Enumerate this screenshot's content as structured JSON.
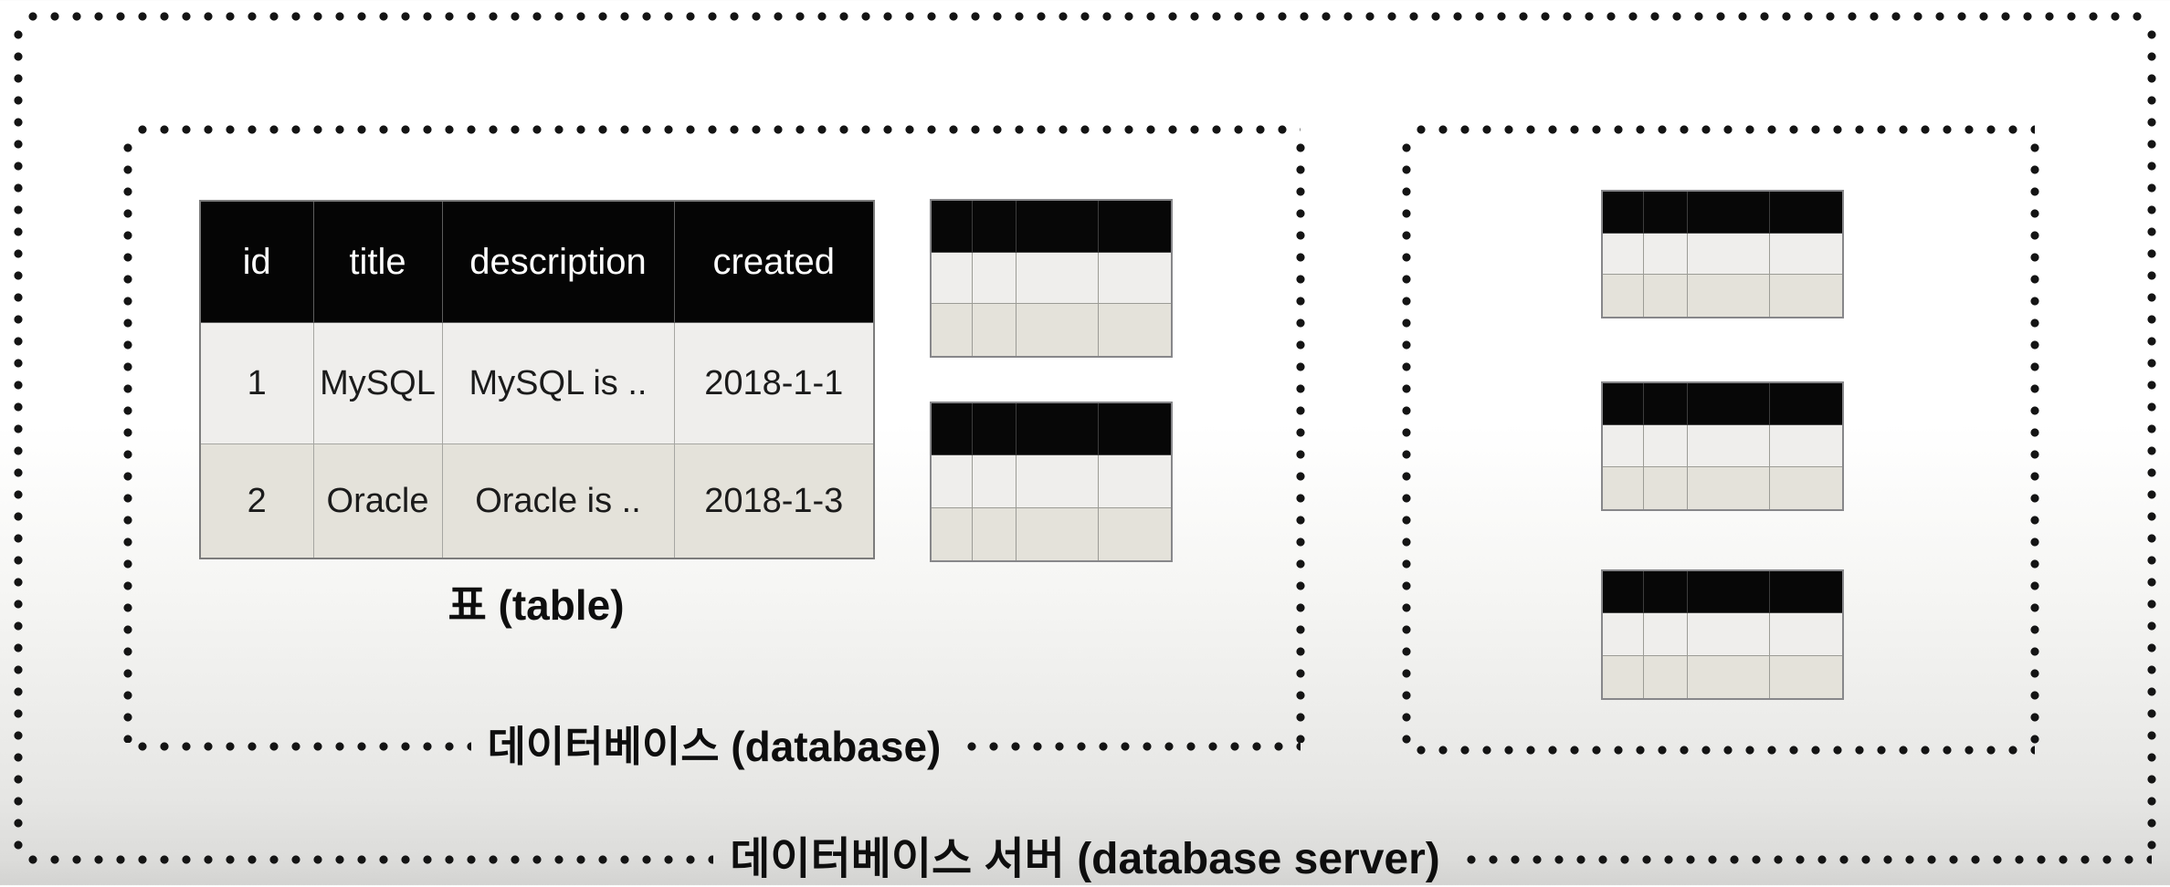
{
  "server_box": {
    "label": "데이터베이스 서버 (database server)"
  },
  "database_box": {
    "label": "데이터베이스 (database)",
    "table_caption": "표 (table)",
    "mini_table_count": 2
  },
  "database_box_right": {
    "mini_table_count": 3
  },
  "main_table": {
    "columns": [
      "id",
      "title",
      "description",
      "created"
    ],
    "rows": [
      [
        "1",
        "MySQL",
        "MySQL is ..",
        "2018-1-1"
      ],
      [
        "2",
        "Oracle",
        "Oracle is ..",
        "2018-1-3"
      ]
    ]
  },
  "colors": {
    "table_header_bg": "#050505",
    "row_light": "#efeeec",
    "row_dark": "#e4e2da",
    "dot": "#141414"
  }
}
